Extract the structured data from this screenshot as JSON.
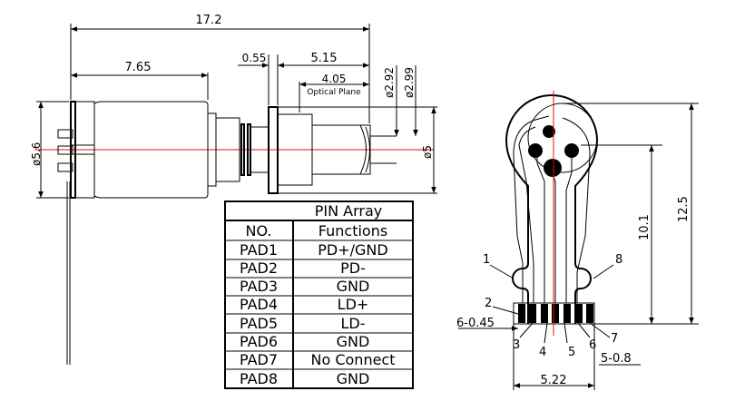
{
  "side_view": {
    "dims": {
      "overall_length": "17.2",
      "body_length": "7.65",
      "flange_thickness": "0.55",
      "lens_length": "5.15",
      "optical_plane_length": "4.05",
      "optical_plane_label": "Optical Plane",
      "lens_dia_1": "ø2.92",
      "lens_dia_2": "ø2.99",
      "body_dia": "ø5.6",
      "flange_dia": "ø5"
    }
  },
  "pin_table": {
    "title": "PIN Array",
    "headers": [
      "NO.",
      "Functions"
    ],
    "rows": [
      {
        "no": "PAD1",
        "fn": "PD+/GND"
      },
      {
        "no": "PAD2",
        "fn": "PD-"
      },
      {
        "no": "PAD3",
        "fn": "GND"
      },
      {
        "no": "PAD4",
        "fn": "LD+"
      },
      {
        "no": "PAD5",
        "fn": "LD-"
      },
      {
        "no": "PAD6",
        "fn": "GND"
      },
      {
        "no": "PAD7",
        "fn": "No Connect"
      },
      {
        "no": "PAD8",
        "fn": "GND"
      }
    ]
  },
  "flex_view": {
    "dims": {
      "height_inner": "10.1",
      "height_total": "12.5",
      "pad_width": "5.22",
      "left_width": "6-0.45",
      "pitch": "5-0.8"
    },
    "callouts": [
      "1",
      "2",
      "3",
      "4",
      "5",
      "6",
      "7",
      "8"
    ]
  }
}
